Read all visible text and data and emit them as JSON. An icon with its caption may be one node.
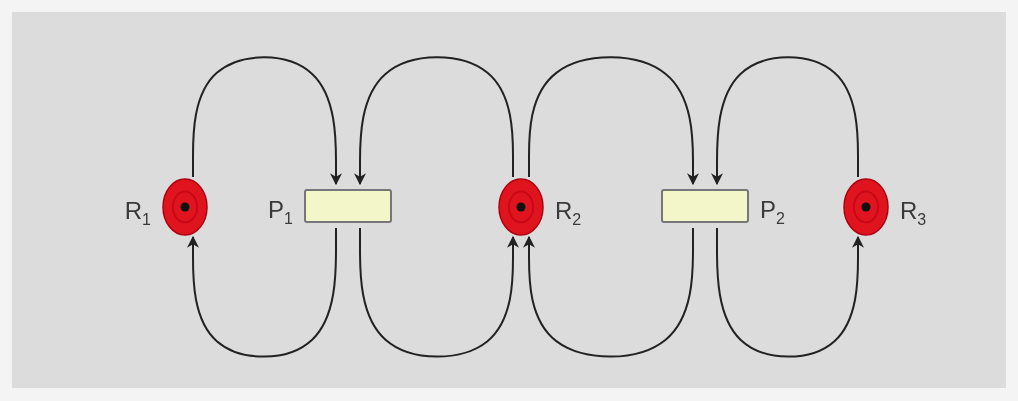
{
  "diagram": {
    "nodes": [
      {
        "text": [
          "R$_{1}$"
        ]
      },
      {
        "text": [
          "P$_{1}$"
        ]
      },
      {
        "text": [
          "R$_{2}$"
        ]
      },
      {
        "text": [
          "P$_{2}$"
        ]
      },
      {
        "text": [
          "R$_{3}$"
        ]
      }
    ],
    "edges": [
      {
        "from": 0,
        "to": 1,
        "arrow": "to"
      },
      {
        "from": 2,
        "to": 1,
        "arrow": "to"
      },
      {
        "from": 2,
        "to": 3,
        "arrow": "to"
      },
      {
        "from": 4,
        "to": 3,
        "arrow": "to"
      },
      {
        "from": 1,
        "to": 0,
        "arrow": "to"
      },
      {
        "from": 1,
        "to": 2,
        "arrow": "to"
      },
      {
        "from": 3,
        "to": 2,
        "arrow": "to"
      },
      {
        "from": 3,
        "to": 4,
        "arrow": "to"
      }
    ]
  }
}
